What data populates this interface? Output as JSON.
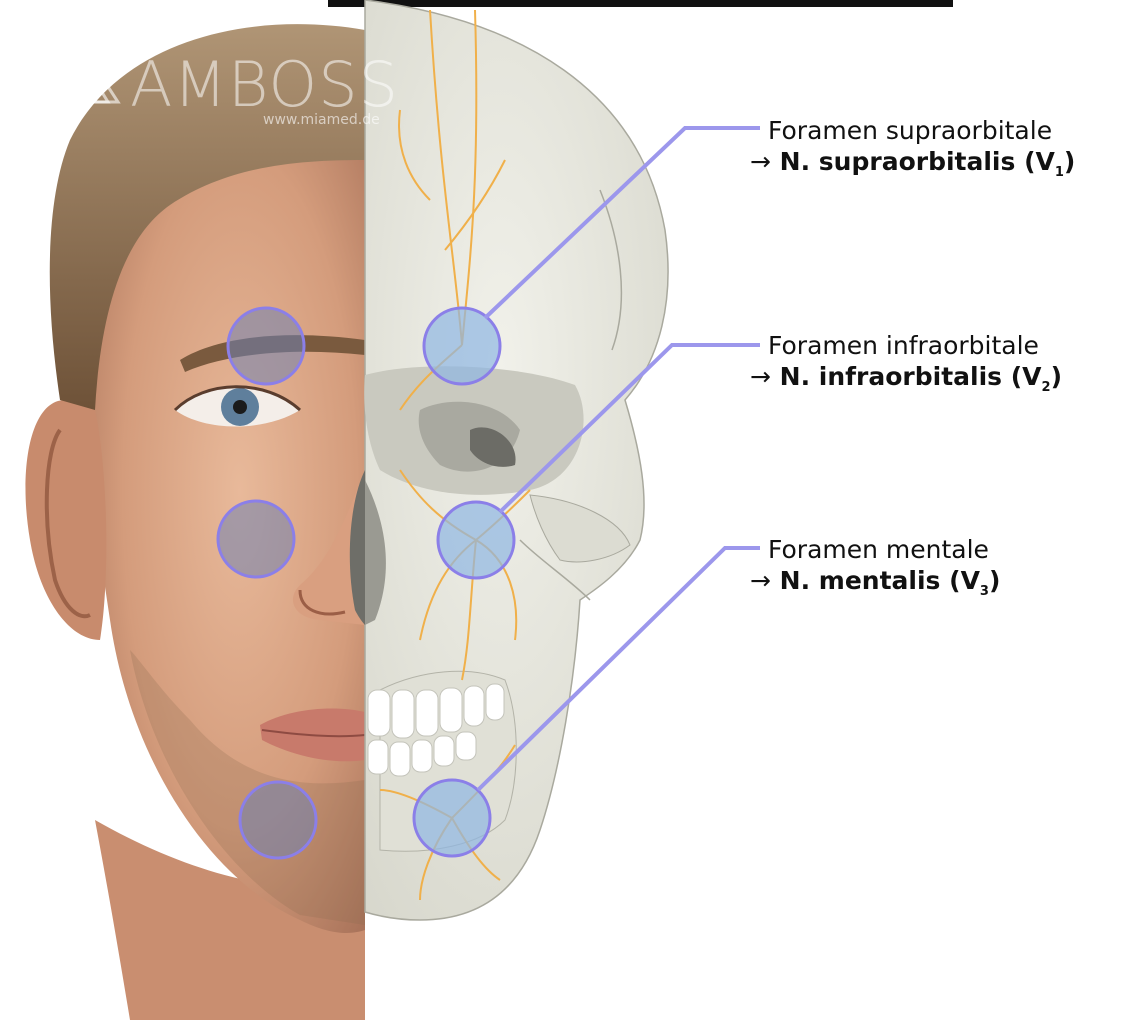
{
  "watermark": {
    "name": "AMBOSS",
    "url": "www.miamed.de",
    "logo_icon": "triangle-logo-icon"
  },
  "labels": [
    {
      "foramen": "Foramen supraorbitale",
      "arrow": "→",
      "nerve": "N. supraorbitalis (V",
      "branch": "1",
      "close": ")"
    },
    {
      "foramen": "Foramen infraorbitale",
      "arrow": "→",
      "nerve": "N. infraorbitalis (V",
      "branch": "2",
      "close": ")"
    },
    {
      "foramen": "Foramen mentale",
      "arrow": "→",
      "nerve": "N. mentalis (V",
      "branch": "3",
      "close": ")"
    }
  ],
  "colors": {
    "marker_fill": "#8fb6e2",
    "marker_stroke": "#8b7fe8",
    "leader_line": "#9c97ec",
    "nerve": "#f0b04a",
    "bone": "#e6e6dc",
    "skin": "#d9a485",
    "hair": "#8a6d4a"
  }
}
